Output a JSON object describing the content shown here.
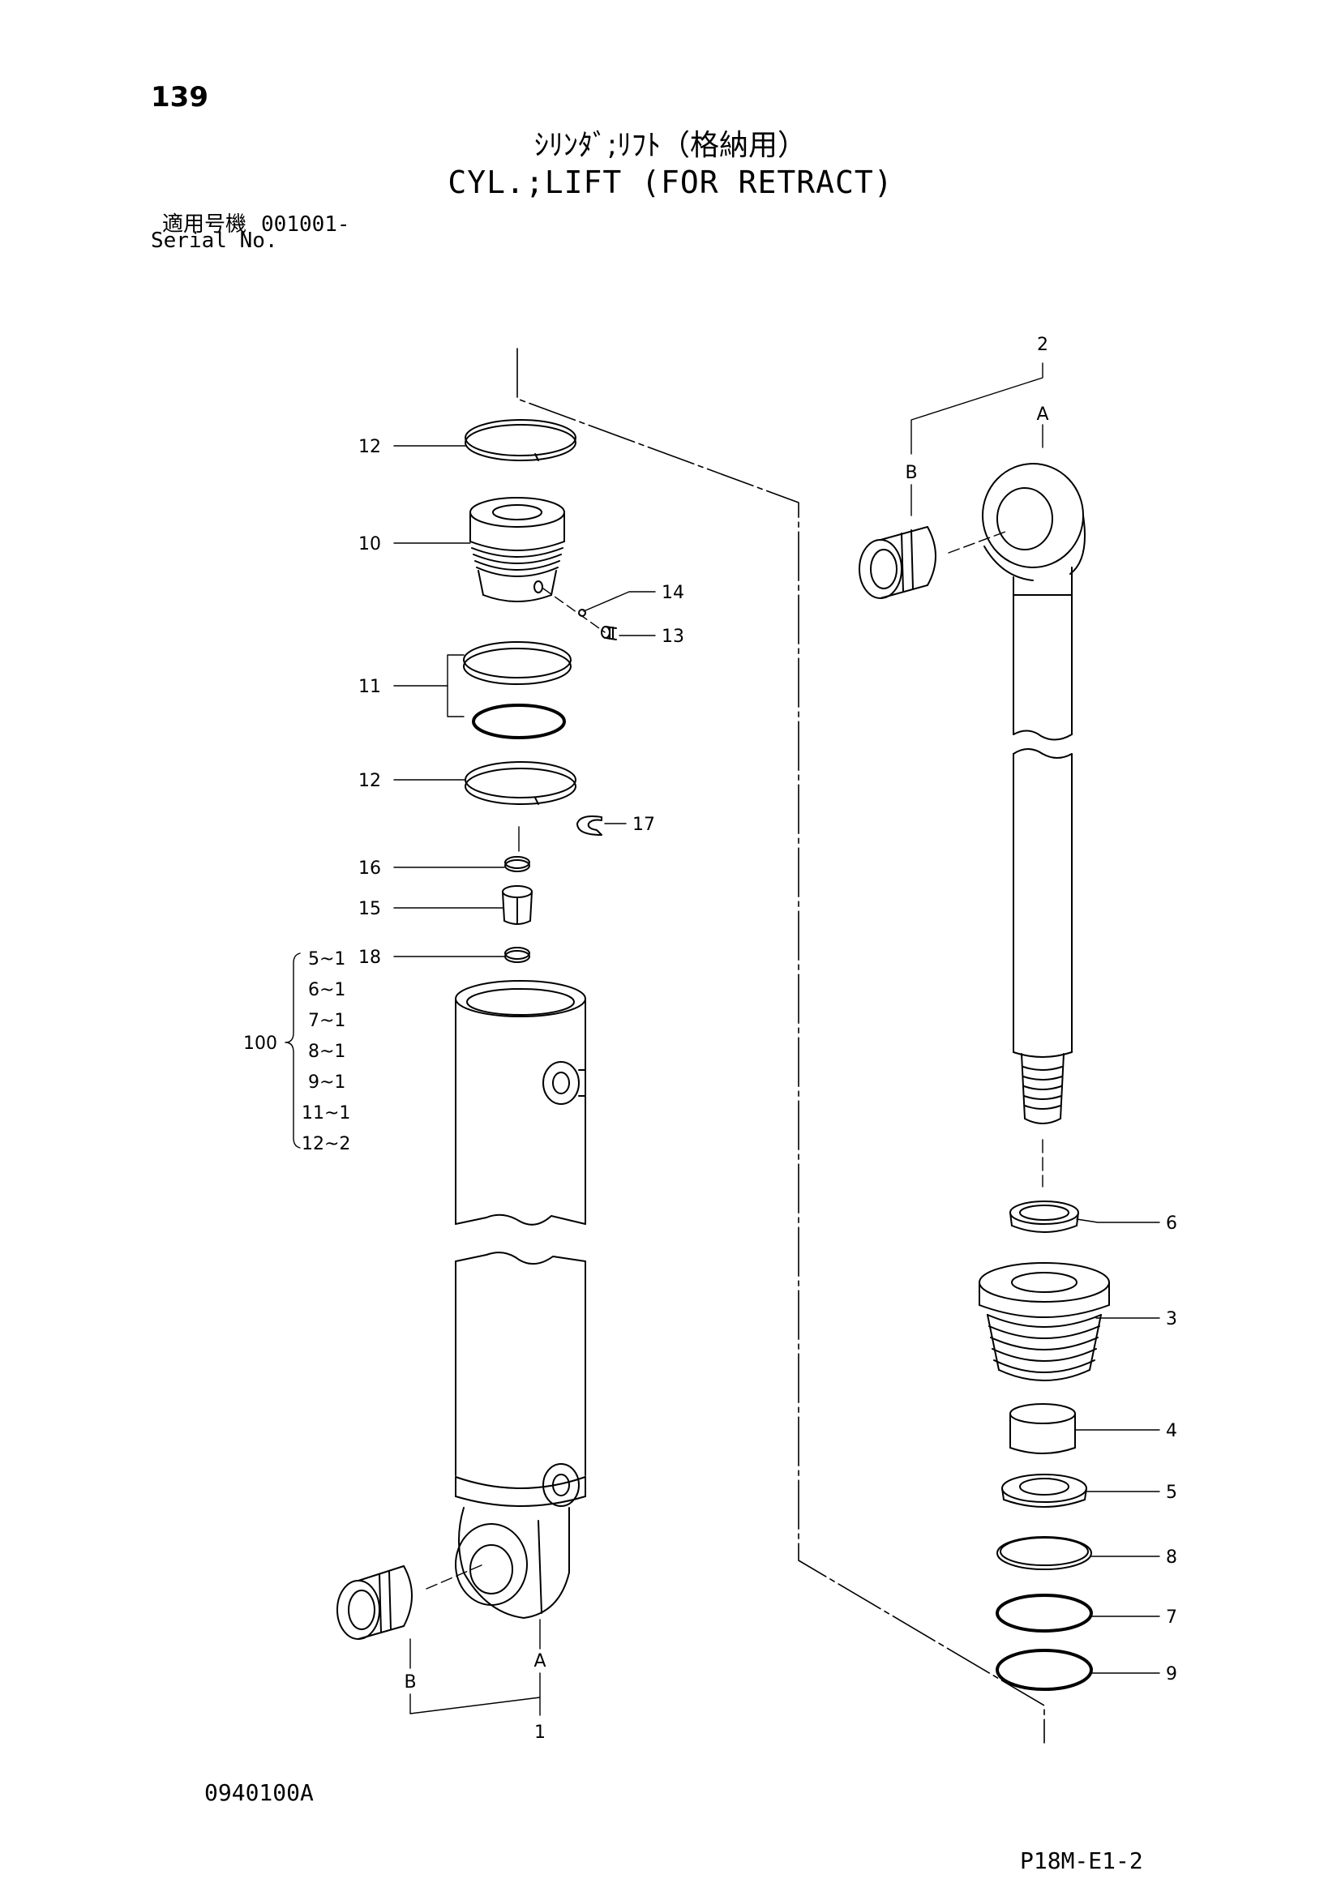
{
  "page_number": "139",
  "title_jp": "ｼﾘﾝﾀﾞ;ﾘﾌﾄ（格納用）",
  "title_en": "CYL.;LIFT (FOR RETRACT)",
  "serial": {
    "label_jp": "適用号機",
    "value": "001001-",
    "label_en": "Serial No."
  },
  "drawing_number": "0940100A",
  "page_ref": "P18M-E1-2",
  "callouts": {
    "c1": "1",
    "c2": "2",
    "c3": "3",
    "c4": "4",
    "c5": "5",
    "c6": "6",
    "c7": "7",
    "c8": "8",
    "c9": "9",
    "c10": "10",
    "c11": "11",
    "c12a": "12",
    "c12b": "12",
    "c13": "13",
    "c14": "14",
    "c15": "15",
    "c16": "16",
    "c17": "17",
    "c18": "18",
    "A_tube": "A",
    "B_tube": "B",
    "A_rod": "A",
    "B_rod": "B"
  },
  "kit": {
    "number": "100",
    "items": [
      "5~1",
      "6~1",
      "7~1",
      "8~1",
      "9~1",
      "11~1",
      "12~2"
    ]
  }
}
